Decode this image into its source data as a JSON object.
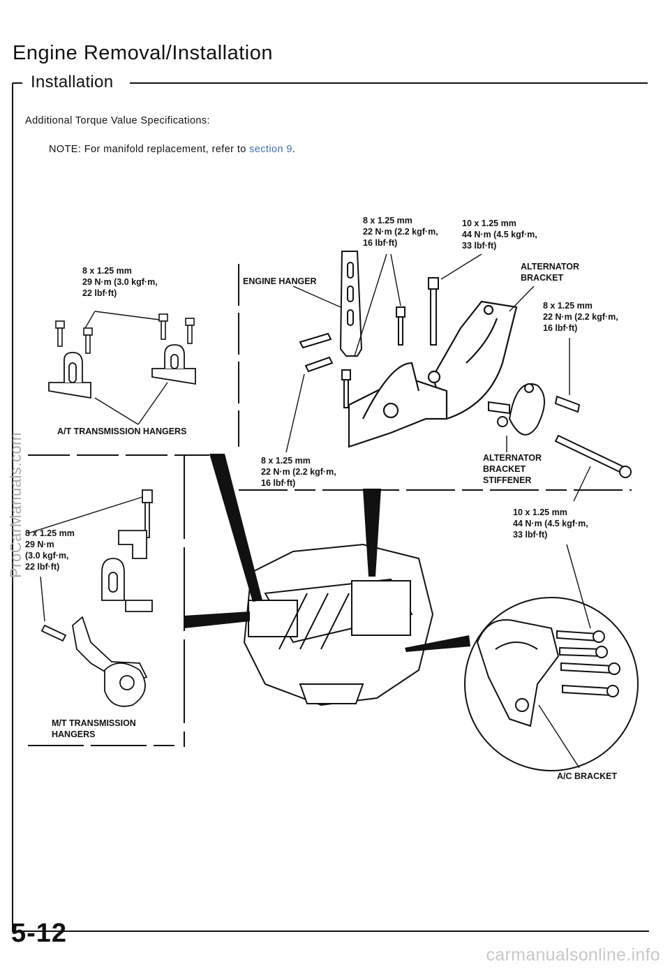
{
  "header": {
    "title": "Engine Removal/Installation",
    "section": "Installation"
  },
  "intro": {
    "text": "Additional Torque Value Specifications:",
    "note_prefix": "NOTE:  For manifold replacement, refer to ",
    "note_link": "section 9",
    "note_suffix": "."
  },
  "labels": {
    "at_bolt": "8 x 1.25 mm\n29 N·m (3.0 kgf·m,\n22 lbf·ft)",
    "at_hangers": "A/T TRANSMISSION HANGERS",
    "engine_hanger": "ENGINE HANGER",
    "hanger_bolt_top": "8 x 1.25 mm\n22 N·m (2.2 kgf·m,\n16 lbf·ft)",
    "alt_bolt_top": "10 x 1.25 mm\n44 N·m (4.5 kgf·m,\n33 lbf·ft)",
    "alternator_bracket": "ALTERNATOR\nBRACKET",
    "alt_bolt_right": "8 x 1.25 mm\n22 N·m (2.2 kgf·m,\n16 lbf·ft)",
    "hanger_bolt_bottom": "8 x 1.25 mm\n22 N·m (2.2 kgf·m,\n16 lbf·ft)",
    "alt_stiffener": "ALTERNATOR\nBRACKET\nSTIFFENER",
    "ac_bolt": "10 x 1.25 mm\n44 N·m (4.5 kgf·m,\n33 lbf·ft)",
    "mt_bolt": "8 x 1.25 mm\n29 N·m\n(3.0 kgf·m,\n22 lbf·ft)",
    "mt_hangers": "M/T TRANSMISSION\nHANGERS",
    "ac_bracket": "A/C BRACKET"
  },
  "footer": {
    "page_number": "5-12",
    "watermark": "carmanualsonline.info",
    "side_watermark": "ProCarManuals.com"
  }
}
